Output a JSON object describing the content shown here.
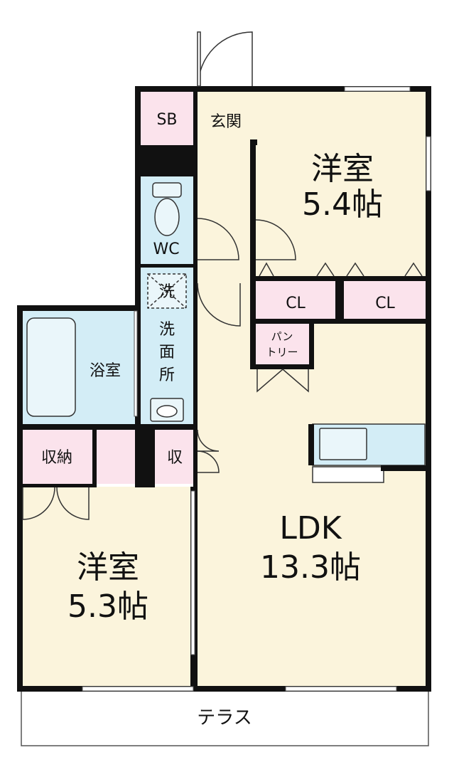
{
  "colors": {
    "floor": "#fbf4dc",
    "storage": "#fbe3ec",
    "water": "#d3edf6",
    "wall": "#111111",
    "window": "#ffffff"
  },
  "rooms": {
    "western_top": {
      "name": "洋室",
      "size": "5.4帖"
    },
    "western_bottom": {
      "name": "洋室",
      "size": "5.3帖"
    },
    "ldk": {
      "name": "LDK",
      "size": "13.3帖"
    },
    "entrance": "玄関",
    "shoe_box": "SB",
    "toilet": "WC",
    "washer": "洗",
    "washroom": [
      "洗",
      "面",
      "所"
    ],
    "bathroom": "浴室",
    "closet_1": "CL",
    "closet_2": "CL",
    "pantry": [
      "パン",
      "トリー"
    ],
    "storage_left": "収納",
    "storage_small": "収",
    "terrace": "テラス"
  },
  "icons": [
    "bathtub-icon",
    "toilet-icon",
    "sink-icon",
    "kitchen-counter-icon",
    "door-swing-icon"
  ]
}
